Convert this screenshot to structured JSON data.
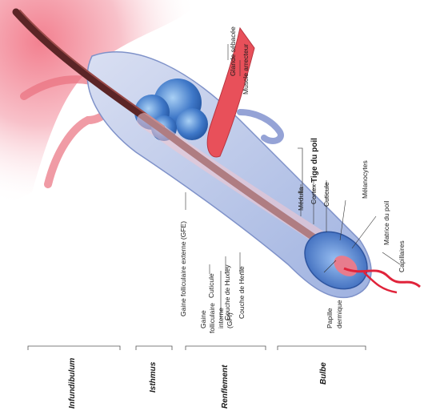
{
  "diagram": {
    "labels": {
      "glande_sebacee": "Glande sébacée",
      "muscle_arrecteur": "Muscle arrecteur",
      "tige_du_poil": "Tige du poil",
      "medulla": "Médulla",
      "cortex": "Cortex",
      "cuticule_tige": "Cuticule",
      "melanocytes": "Mélanocytes",
      "matrice_du_poil": "Matrice du poil",
      "capillaires": "Capillaires",
      "papille_dermique": "Papille dermique",
      "gaine_externe": "Gaine folliculaire externe (GFE)",
      "gaine_interne_line1": "Gaine",
      "gaine_interne_line2": "folliculaire",
      "gaine_interne_line3": "interne",
      "gaine_interne_line4": "(GFI)",
      "cuticule_gaine": "Cuticule",
      "couche_huxley": "Couche de Huxley",
      "couche_henle": "Couche de Henle"
    },
    "zones": [
      "Infundibulum",
      "Isthmus",
      "Renflement",
      "Bulbe"
    ],
    "colors": {
      "epidermis": "#f3a9b2",
      "hair_shaft": "#5b2526",
      "sebaceous_gland": "#3f78c8",
      "arrector_muscle": "#e8505a",
      "outer_sheath": "#b9c7e8",
      "bulb": "#4b7fd0",
      "capillaries": "#e0233a"
    }
  }
}
